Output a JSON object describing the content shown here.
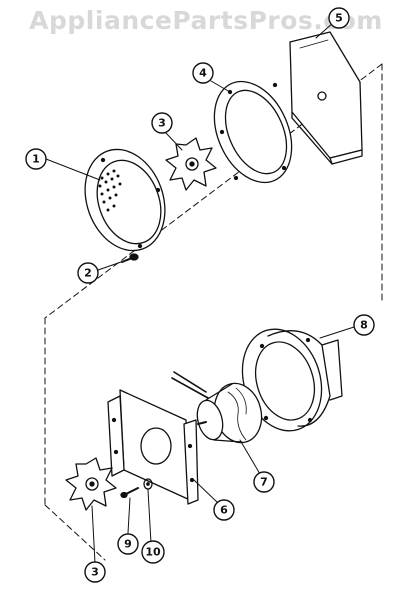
{
  "watermark": "AppliancePartsPros.com",
  "callouts": [
    {
      "id": "c1",
      "label": "1"
    },
    {
      "id": "c2",
      "label": "2"
    },
    {
      "id": "c3a",
      "label": "3"
    },
    {
      "id": "c4",
      "label": "4"
    },
    {
      "id": "c5",
      "label": "5"
    },
    {
      "id": "c8",
      "label": "8"
    },
    {
      "id": "c7",
      "label": "7"
    },
    {
      "id": "c6",
      "label": "6"
    },
    {
      "id": "c9",
      "label": "9"
    },
    {
      "id": "c10",
      "label": "10"
    },
    {
      "id": "c3b",
      "label": "3"
    }
  ]
}
